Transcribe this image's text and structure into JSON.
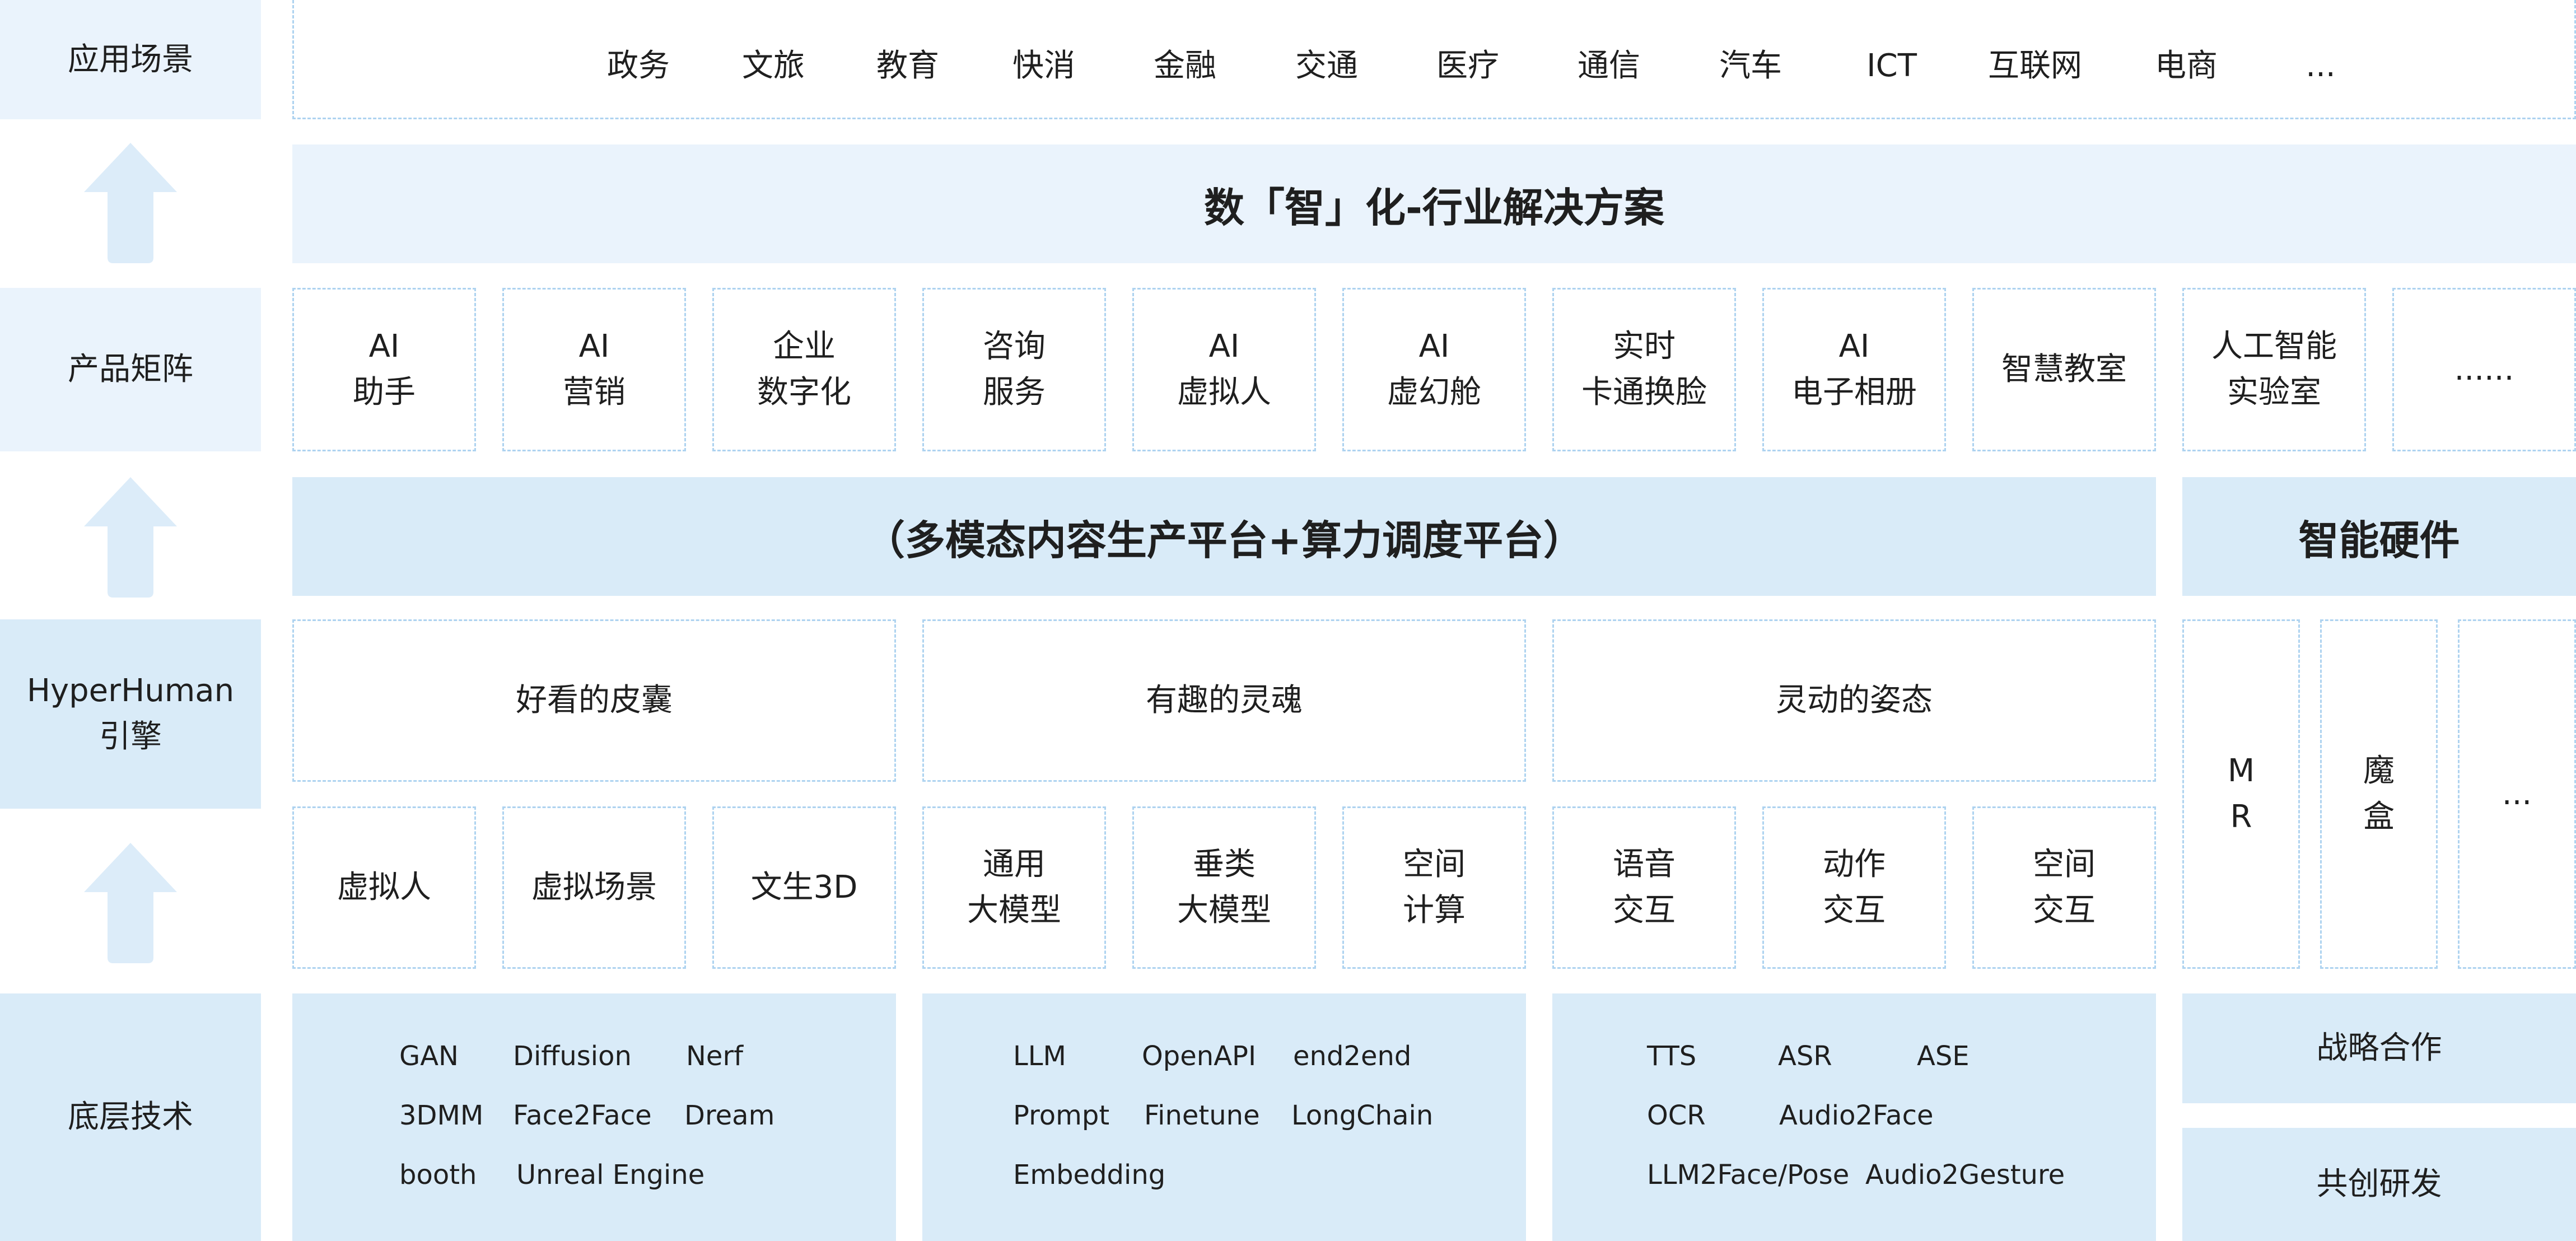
{
  "colors": {
    "light_band": "#eaf3fc",
    "mid_band": "#d9ebf8",
    "dashed_border": "#aed3f0",
    "arrow": "#dcecf9"
  },
  "row_labels": {
    "application": "应用场景",
    "product": "产品矩阵",
    "engine_line1": "HyperHuman",
    "engine_line2": "引擎",
    "tech": "底层技术"
  },
  "scenarios": [
    "政务",
    "文旅",
    "教育",
    "快消",
    "金融",
    "交通",
    "医疗",
    "通信",
    "汽车",
    "ICT",
    "互联网",
    "电商",
    "..."
  ],
  "solution_band": "数「智」化-行业解决方案",
  "products": [
    [
      "AI",
      "助手"
    ],
    [
      "AI",
      "营销"
    ],
    [
      "企业",
      "数字化"
    ],
    [
      "咨询",
      "服务"
    ],
    [
      "AI",
      "虚拟人"
    ],
    [
      "AI",
      "虚幻舱"
    ],
    [
      "实时",
      "卡通换脸"
    ],
    [
      "AI",
      "电子相册"
    ],
    [
      "智慧教室"
    ],
    [
      "人工智能",
      "实验室"
    ],
    [
      "......"
    ]
  ],
  "platform_band": "（多模态内容生产平台+算力调度平台）",
  "hardware_band": "智能硬件",
  "pillars": [
    "好看的皮囊",
    "有趣的灵魂",
    "灵动的姿态"
  ],
  "sub_modules": [
    [
      "虚拟人"
    ],
    [
      "虚拟场景"
    ],
    [
      "文生3D"
    ],
    [
      "通用",
      "大模型"
    ],
    [
      "垂类",
      "大模型"
    ],
    [
      "空间",
      "计算"
    ],
    [
      "语音",
      "交互"
    ],
    [
      "动作",
      "交互"
    ],
    [
      "空间",
      "交互"
    ]
  ],
  "hardware_items": [
    [
      "M",
      "R"
    ],
    [
      "魔",
      "盒"
    ],
    [
      "..."
    ]
  ],
  "tech_groups": [
    [
      [
        "GAN",
        "Diffusion",
        "Nerf"
      ],
      [
        "3DMM",
        "Face2Face",
        "Dream"
      ],
      [
        "booth",
        "Unreal Engine"
      ]
    ],
    [
      [
        "LLM",
        "OpenAPI",
        "end2end"
      ],
      [
        "Prompt",
        "Finetune",
        "LongChain"
      ],
      [
        "Embedding"
      ]
    ],
    [
      [
        "TTS",
        "ASR",
        "ASE"
      ],
      [
        "OCR",
        "Audio2Face"
      ],
      [
        "LLM2Face/Pose",
        "Audio2Gesture"
      ]
    ]
  ],
  "partner_items": [
    "战略合作",
    "共创研发"
  ]
}
